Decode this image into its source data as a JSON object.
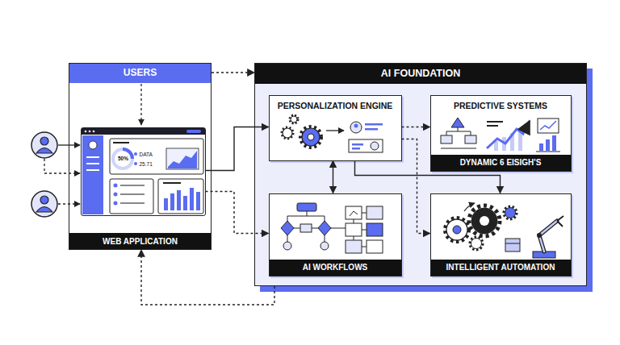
{
  "diagram": {
    "nodes": [
      {
        "text": [
          "USERS",
          "WEB APPLICATION"
        ]
      },
      {
        "text": [
          "50%",
          "DATA",
          "25.71"
        ],
        "in": 0
      },
      {
        "text": [
          "AI FOUNDATION"
        ]
      },
      {
        "text": [
          "PERSONALIZATION ENGINE"
        ],
        "in": 2
      },
      {
        "text": [
          "PREDICTIVE SYSTEMS",
          "DYNAMIC 6 EISIGH'S"
        ],
        "in": 2
      },
      {
        "text": [
          "AI WORKFLOWS"
        ],
        "in": 2
      },
      {
        "text": [
          "INTELLIGENT AUTOMATION"
        ],
        "in": 2
      }
    ],
    "edges": [
      {
        "from": 0,
        "to": 2,
        "arrow": "to"
      },
      {
        "from": 1,
        "to": 3,
        "arrow": "to"
      },
      {
        "from": 1,
        "to": 5,
        "arrow": "to"
      },
      {
        "from": 2,
        "to": 0,
        "arrow": "to"
      },
      {
        "from": 3,
        "to": 4,
        "arrow": "to"
      },
      {
        "from": 3,
        "to": 5,
        "arrow": "both"
      },
      {
        "from": 3,
        "to": 6,
        "arrow": "to"
      },
      {
        "from": 3,
        "to": 6,
        "arrow": "to"
      }
    ]
  }
}
